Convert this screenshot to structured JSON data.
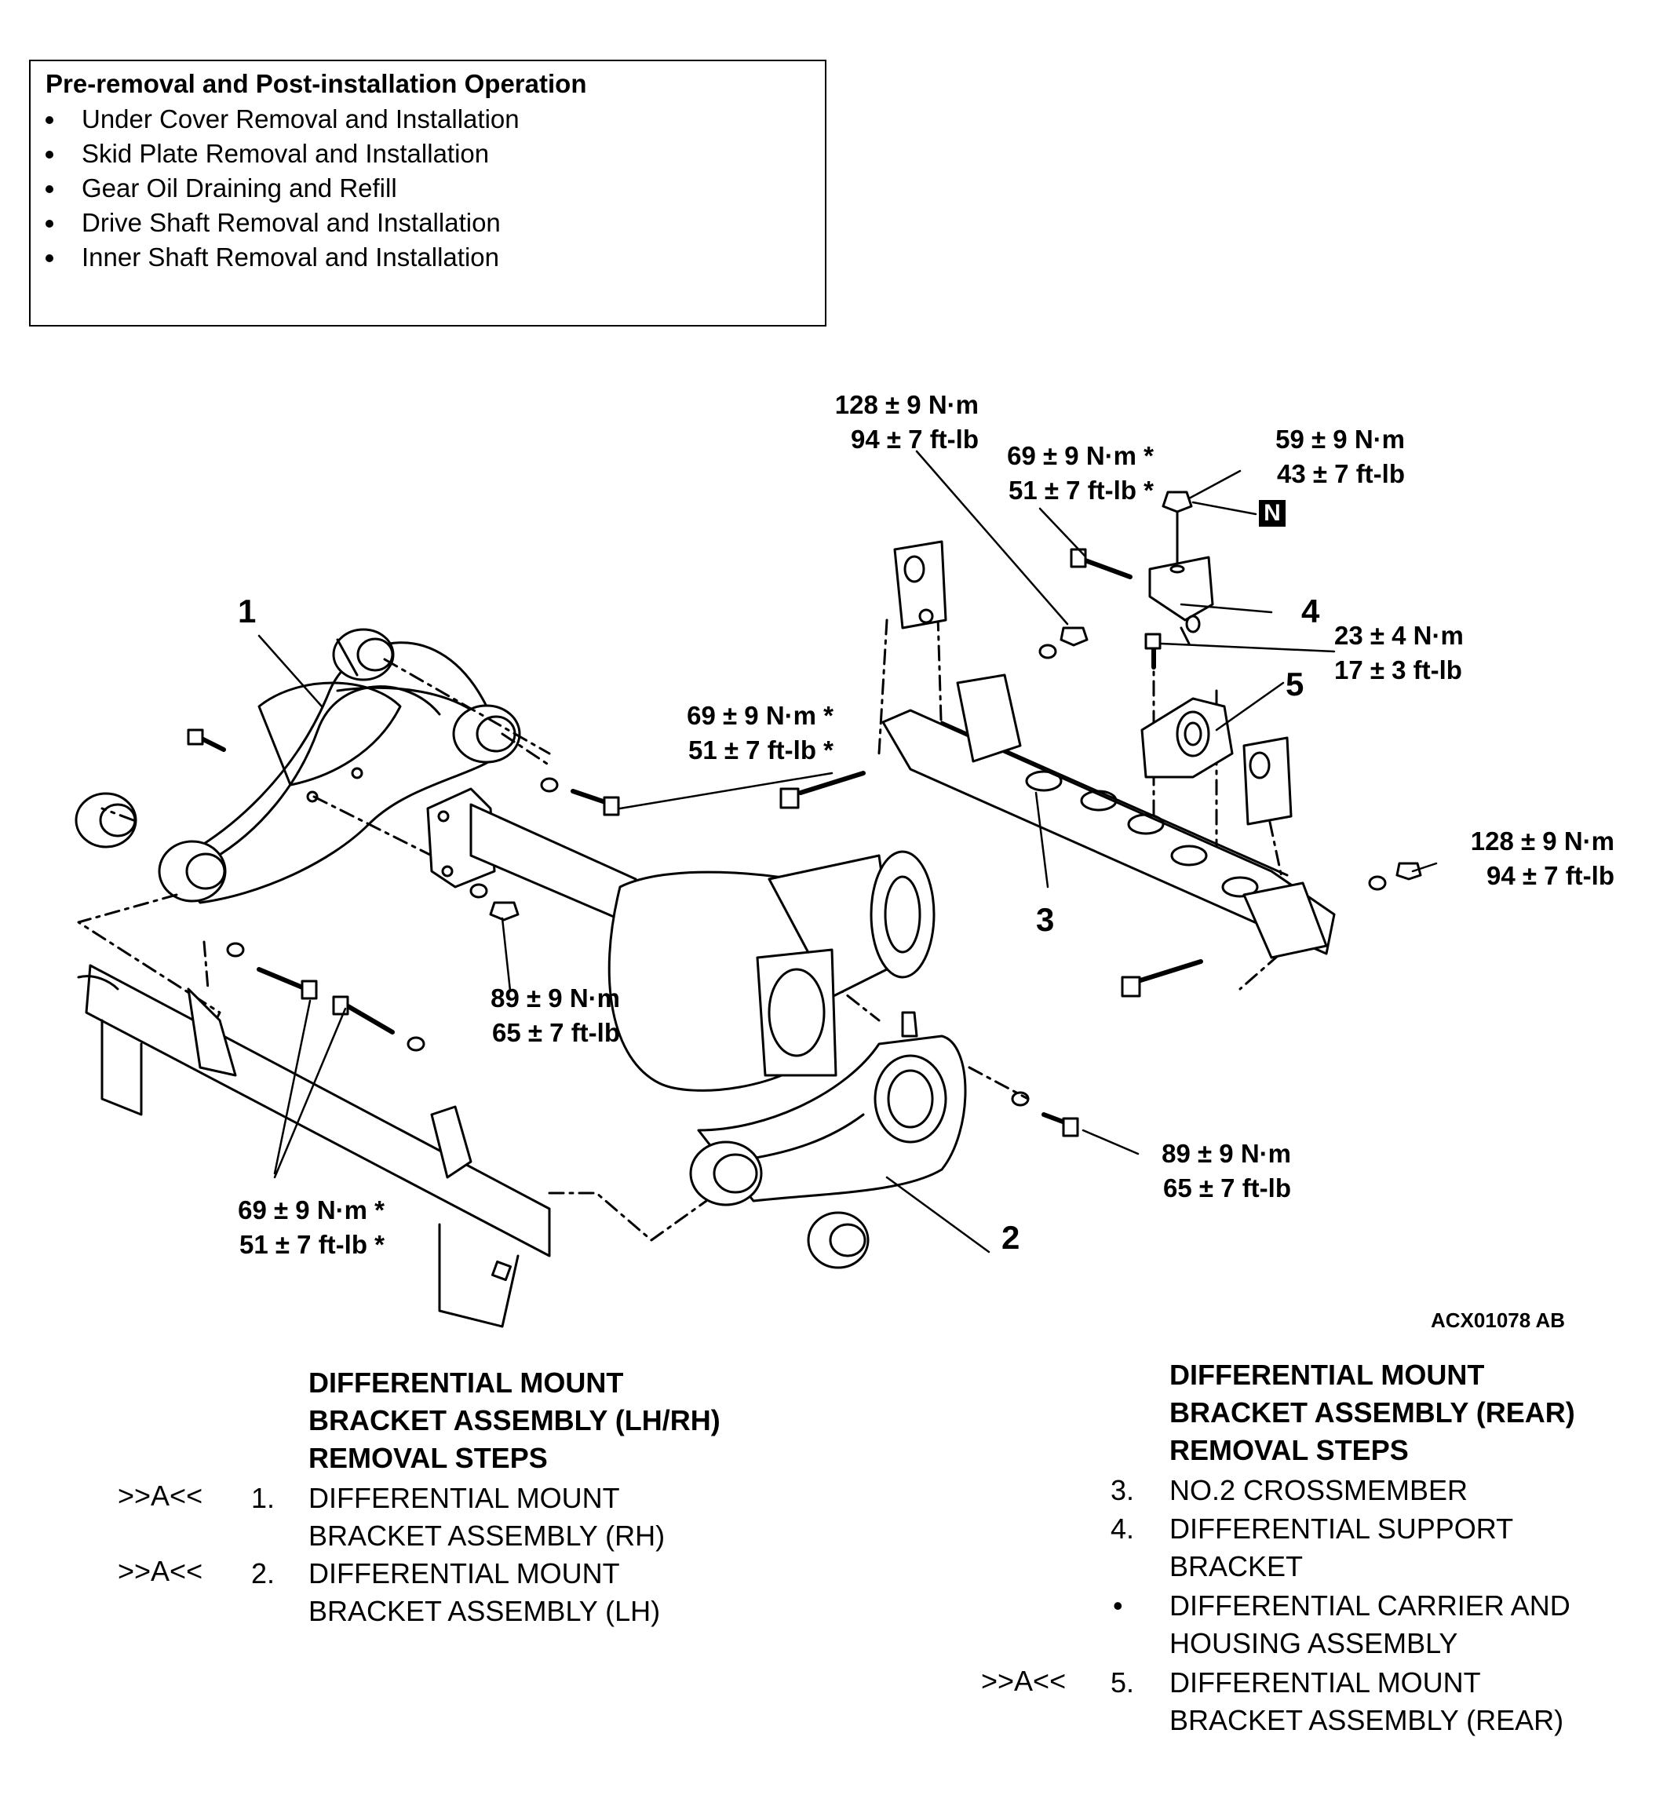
{
  "pre_box": {
    "title": "Pre-removal and Post-installation Operation",
    "items": [
      "Under Cover Removal and Installation",
      "Skid Plate Removal and Installation",
      "Gear Oil Draining and Refill",
      "Drive Shaft Removal and Installation",
      "Inner Shaft Removal and Installation"
    ]
  },
  "torques": [
    {
      "nm": "128 ± 9 N·m",
      "ft": "94 ± 7 ft-lb"
    },
    {
      "nm": "69 ± 9 N·m *",
      "ft": "51 ± 7 ft-lb *"
    },
    {
      "nm": "59 ± 9 N·m",
      "ft": "43 ± 7 ft-lb"
    },
    {
      "nm": "23 ± 4 N·m",
      "ft": "17 ± 3 ft-lb"
    },
    {
      "nm": "69 ± 9 N·m *",
      "ft": "51 ± 7 ft-lb *"
    },
    {
      "nm": "128 ± 9 N·m",
      "ft": "94 ± 7 ft-lb"
    },
    {
      "nm": "89 ± 9 N·m",
      "ft": "65 ± 7 ft-lb"
    },
    {
      "nm": "89 ± 9 N·m",
      "ft": "65 ± 7 ft-lb"
    },
    {
      "nm": "69 ± 9 N·m *",
      "ft": "51 ± 7 ft-lb *"
    }
  ],
  "callouts": [
    "1",
    "2",
    "3",
    "4",
    "5"
  ],
  "n_badge": "N",
  "figure_code": "ACX01078 AB",
  "left_section": {
    "heading": [
      "DIFFERENTIAL MOUNT",
      "BRACKET ASSEMBLY (LH/RH)",
      "REMOVAL STEPS"
    ],
    "steps": [
      {
        "mark": ">>A<<",
        "num": "1.",
        "lines": [
          "DIFFERENTIAL MOUNT",
          "BRACKET ASSEMBLY (RH)"
        ]
      },
      {
        "mark": ">>A<<",
        "num": "2.",
        "lines": [
          "DIFFERENTIAL MOUNT",
          "BRACKET ASSEMBLY (LH)"
        ]
      }
    ]
  },
  "right_section": {
    "heading": [
      "DIFFERENTIAL MOUNT",
      "BRACKET ASSEMBLY (REAR)",
      "REMOVAL STEPS"
    ],
    "steps": [
      {
        "mark": "",
        "num": "3.",
        "lines": [
          "NO.2 CROSSMEMBER"
        ]
      },
      {
        "mark": "",
        "num": "4.",
        "lines": [
          "DIFFERENTIAL SUPPORT",
          "BRACKET"
        ]
      },
      {
        "mark": "",
        "num": "•",
        "lines": [
          "DIFFERENTIAL CARRIER AND",
          "HOUSING ASSEMBLY"
        ]
      },
      {
        "mark": ">>A<<",
        "num": "5.",
        "lines": [
          "DIFFERENTIAL MOUNT",
          "BRACKET ASSEMBLY (REAR)"
        ]
      }
    ]
  }
}
